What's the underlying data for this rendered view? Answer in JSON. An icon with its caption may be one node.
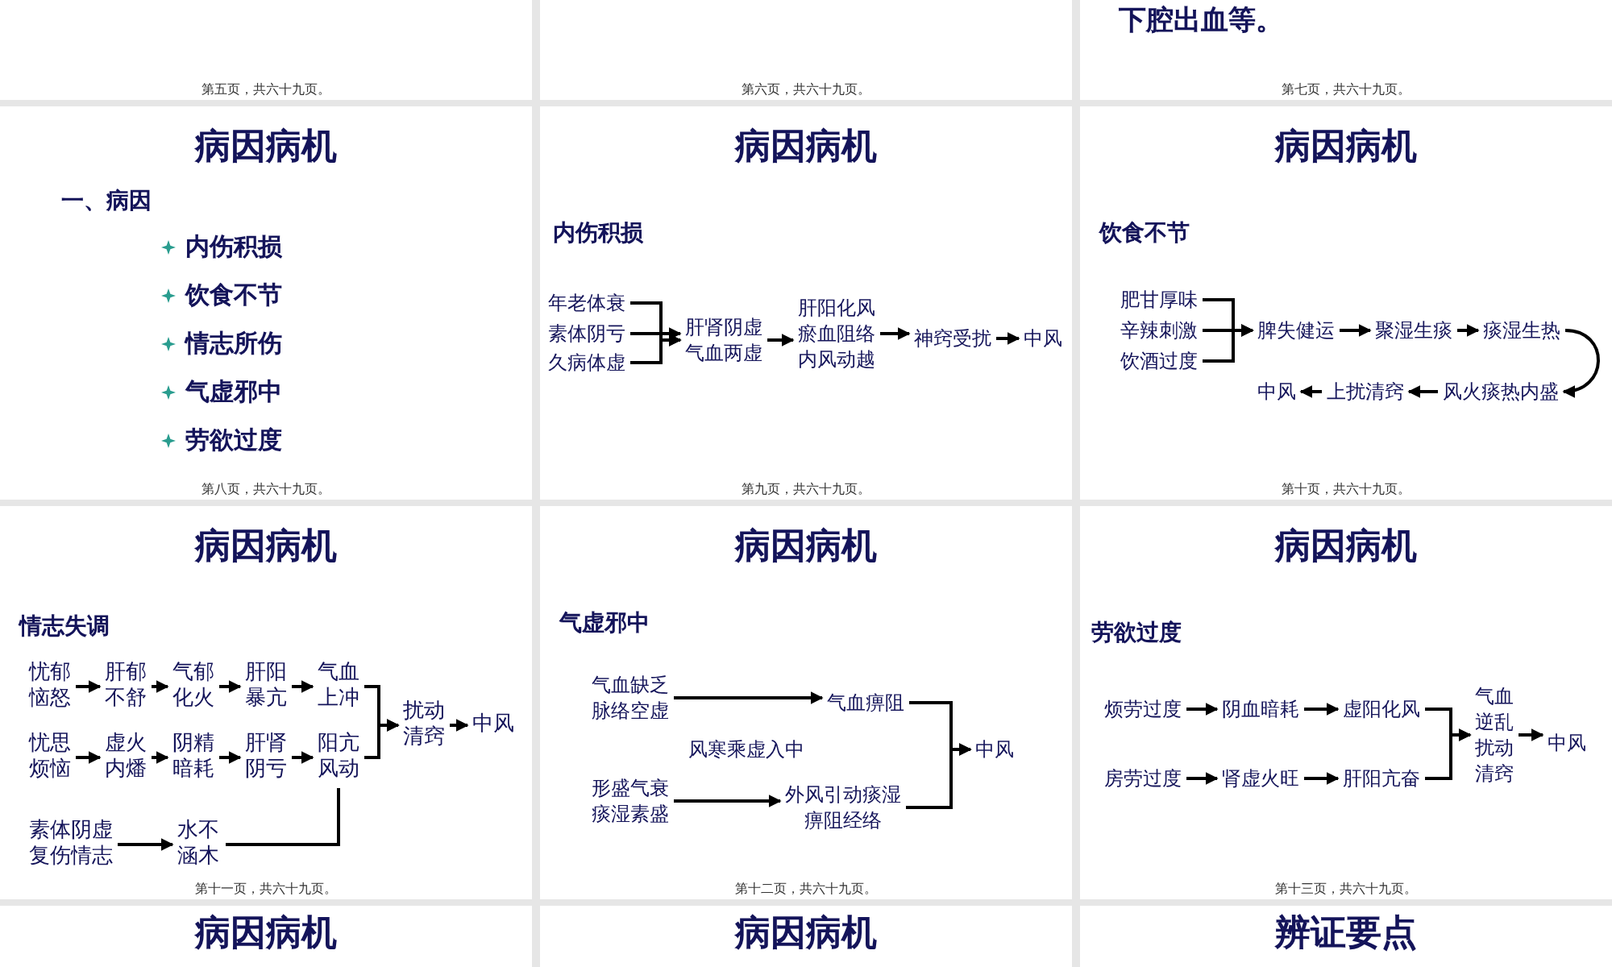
{
  "diagram": {
    "nodes": [
      {
        "text": [
          "第五页，共六十九页。"
        ]
      },
      {
        "text": [
          "第六页，共六十九页。"
        ]
      },
      {
        "text": [
          "下腔出血等。",
          "第七页，共六十九页。"
        ]
      },
      {
        "text": [
          "病因病机",
          "一、病因",
          "内伤积损",
          "饮食不节",
          "情志所伤",
          "气虚邪中",
          "劳欲过度",
          "第八页，共六十九页。"
        ]
      },
      {
        "text": [
          "病因病机",
          "内伤积损",
          "第九页，共六十九页。"
        ]
      },
      {
        "text": [
          "年老体衰"
        ],
        "in": 4
      },
      {
        "text": [
          "素体阴亏"
        ],
        "in": 4
      },
      {
        "text": [
          "久病体虚"
        ],
        "in": 4
      },
      {
        "text": [
          "肝肾阴虚",
          "气血两虚"
        ],
        "in": 4
      },
      {
        "text": [
          "肝阳化风",
          "瘀血阻络",
          "内风动越"
        ],
        "in": 4
      },
      {
        "text": [
          "神窍受扰"
        ],
        "in": 4
      },
      {
        "text": [
          "中风"
        ],
        "in": 4
      },
      {
        "text": [
          "病因病机",
          "饮食不节",
          "第十页，共六十九页。"
        ]
      },
      {
        "text": [
          "肥甘厚味"
        ],
        "in": 12
      },
      {
        "text": [
          "辛辣刺激"
        ],
        "in": 12
      },
      {
        "text": [
          "饮酒过度"
        ],
        "in": 12
      },
      {
        "text": [
          "脾失健运"
        ],
        "in": 12
      },
      {
        "text": [
          "聚湿生痰"
        ],
        "in": 12
      },
      {
        "text": [
          "痰湿生热"
        ],
        "in": 12
      },
      {
        "text": [
          "风火痰热内盛"
        ],
        "in": 12
      },
      {
        "text": [
          "上扰清窍"
        ],
        "in": 12
      },
      {
        "text": [
          "中风"
        ],
        "in": 12
      },
      {
        "text": [
          "病因病机",
          "情志失调",
          "第十一页，共六十九页。"
        ]
      },
      {
        "text": [
          "忧郁恼怒"
        ],
        "in": 22
      },
      {
        "text": [
          "肝郁不舒"
        ],
        "in": 22
      },
      {
        "text": [
          "气郁化火"
        ],
        "in": 22
      },
      {
        "text": [
          "肝阳暴亢"
        ],
        "in": 22
      },
      {
        "text": [
          "气血上冲"
        ],
        "in": 22
      },
      {
        "text": [
          "忧思烦恼"
        ],
        "in": 22
      },
      {
        "text": [
          "虚火内燔"
        ],
        "in": 22
      },
      {
        "text": [
          "阴精暗耗"
        ],
        "in": 22
      },
      {
        "text": [
          "肝肾阴亏"
        ],
        "in": 22
      },
      {
        "text": [
          "阳亢风动"
        ],
        "in": 22
      },
      {
        "text": [
          "素体阴虚复伤情志"
        ],
        "in": 22
      },
      {
        "text": [
          "水不涵木"
        ],
        "in": 22
      },
      {
        "text": [
          "扰动清窍"
        ],
        "in": 22
      },
      {
        "text": [
          "中风"
        ],
        "in": 22
      },
      {
        "text": [
          "病因病机",
          "气虚邪中",
          "第十二页，共六十九页。"
        ]
      },
      {
        "text": [
          "气血缺乏脉络空虚"
        ],
        "in": 37
      },
      {
        "text": [
          "气血痹阻"
        ],
        "in": 37
      },
      {
        "text": [
          "形盛气衰痰湿素盛"
        ],
        "in": 37
      },
      {
        "text": [
          "外风引动痰湿痹阻经络"
        ],
        "in": 37
      },
      {
        "text": [
          "中风"
        ],
        "in": 37
      },
      {
        "text": [
          "病因病机",
          "劳欲过度",
          "第十三页，共六十九页。"
        ]
      },
      {
        "text": [
          "烦劳过度"
        ],
        "in": 43
      },
      {
        "text": [
          "阴血暗耗"
        ],
        "in": 43
      },
      {
        "text": [
          "虚阳化风"
        ],
        "in": 43
      },
      {
        "text": [
          "房劳过度"
        ],
        "in": 43
      },
      {
        "text": [
          "肾虚火旺"
        ],
        "in": 43
      },
      {
        "text": [
          "肝阳亢奋"
        ],
        "in": 43
      },
      {
        "text": [
          "气血逆乱扰动清窍"
        ],
        "in": 43
      },
      {
        "text": [
          "中风"
        ],
        "in": 43
      },
      {
        "text": [
          "病因病机"
        ]
      },
      {
        "text": [
          "病因病机"
        ]
      },
      {
        "text": [
          "辨证要点"
        ]
      }
    ],
    "edges": [
      {
        "from": 5,
        "to": 8,
        "arrow": "to"
      },
      {
        "from": 6,
        "to": 8,
        "arrow": "to"
      },
      {
        "from": 7,
        "to": 8,
        "arrow": "to"
      },
      {
        "from": 8,
        "to": 9,
        "arrow": "to"
      },
      {
        "from": 9,
        "to": 10,
        "arrow": "to"
      },
      {
        "from": 10,
        "to": 11,
        "arrow": "to"
      },
      {
        "from": 13,
        "to": 16,
        "arrow": "to"
      },
      {
        "from": 14,
        "to": 16,
        "arrow": "to"
      },
      {
        "from": 15,
        "to": 16,
        "arrow": "to"
      },
      {
        "from": 16,
        "to": 17,
        "arrow": "to"
      },
      {
        "from": 17,
        "to": 18,
        "arrow": "to"
      },
      {
        "from": 18,
        "to": 19,
        "arrow": "to"
      },
      {
        "from": 19,
        "to": 20,
        "arrow": "to"
      },
      {
        "from": 20,
        "to": 21,
        "arrow": "to"
      },
      {
        "from": 23,
        "to": 24,
        "arrow": "to"
      },
      {
        "from": 24,
        "to": 25,
        "arrow": "to"
      },
      {
        "from": 25,
        "to": 26,
        "arrow": "to"
      },
      {
        "from": 26,
        "to": 27,
        "arrow": "to"
      },
      {
        "from": 28,
        "to": 29,
        "arrow": "to"
      },
      {
        "from": 29,
        "to": 30,
        "arrow": "to"
      },
      {
        "from": 30,
        "to": 31,
        "arrow": "to"
      },
      {
        "from": 31,
        "to": 32,
        "arrow": "to"
      },
      {
        "from": 27,
        "to": 35,
        "arrow": "to"
      },
      {
        "from": 32,
        "to": 35,
        "arrow": "to"
      },
      {
        "from": 33,
        "to": 34,
        "arrow": "to"
      },
      {
        "from": 34,
        "to": 32,
        "arrow": "none"
      },
      {
        "from": 35,
        "to": 36,
        "arrow": "to"
      },
      {
        "from": 38,
        "to": 39,
        "arrow": "to"
      },
      {
        "from": 40,
        "to": 41,
        "arrow": "to"
      },
      {
        "from": 39,
        "to": 42,
        "arrow": "to"
      },
      {
        "from": 41,
        "to": 42,
        "arrow": "to"
      },
      {
        "from": 44,
        "to": 45,
        "arrow": "to"
      },
      {
        "from": 45,
        "to": 46,
        "arrow": "to"
      },
      {
        "from": 47,
        "to": 48,
        "arrow": "to"
      },
      {
        "from": 48,
        "to": 49,
        "arrow": "to"
      },
      {
        "from": 46,
        "to": 50,
        "arrow": "to"
      },
      {
        "from": 49,
        "to": 50,
        "arrow": "to"
      },
      {
        "from": 50,
        "to": 51,
        "arrow": "to"
      }
    ],
    "labels": [
      "风寒乘虚入中"
    ]
  }
}
